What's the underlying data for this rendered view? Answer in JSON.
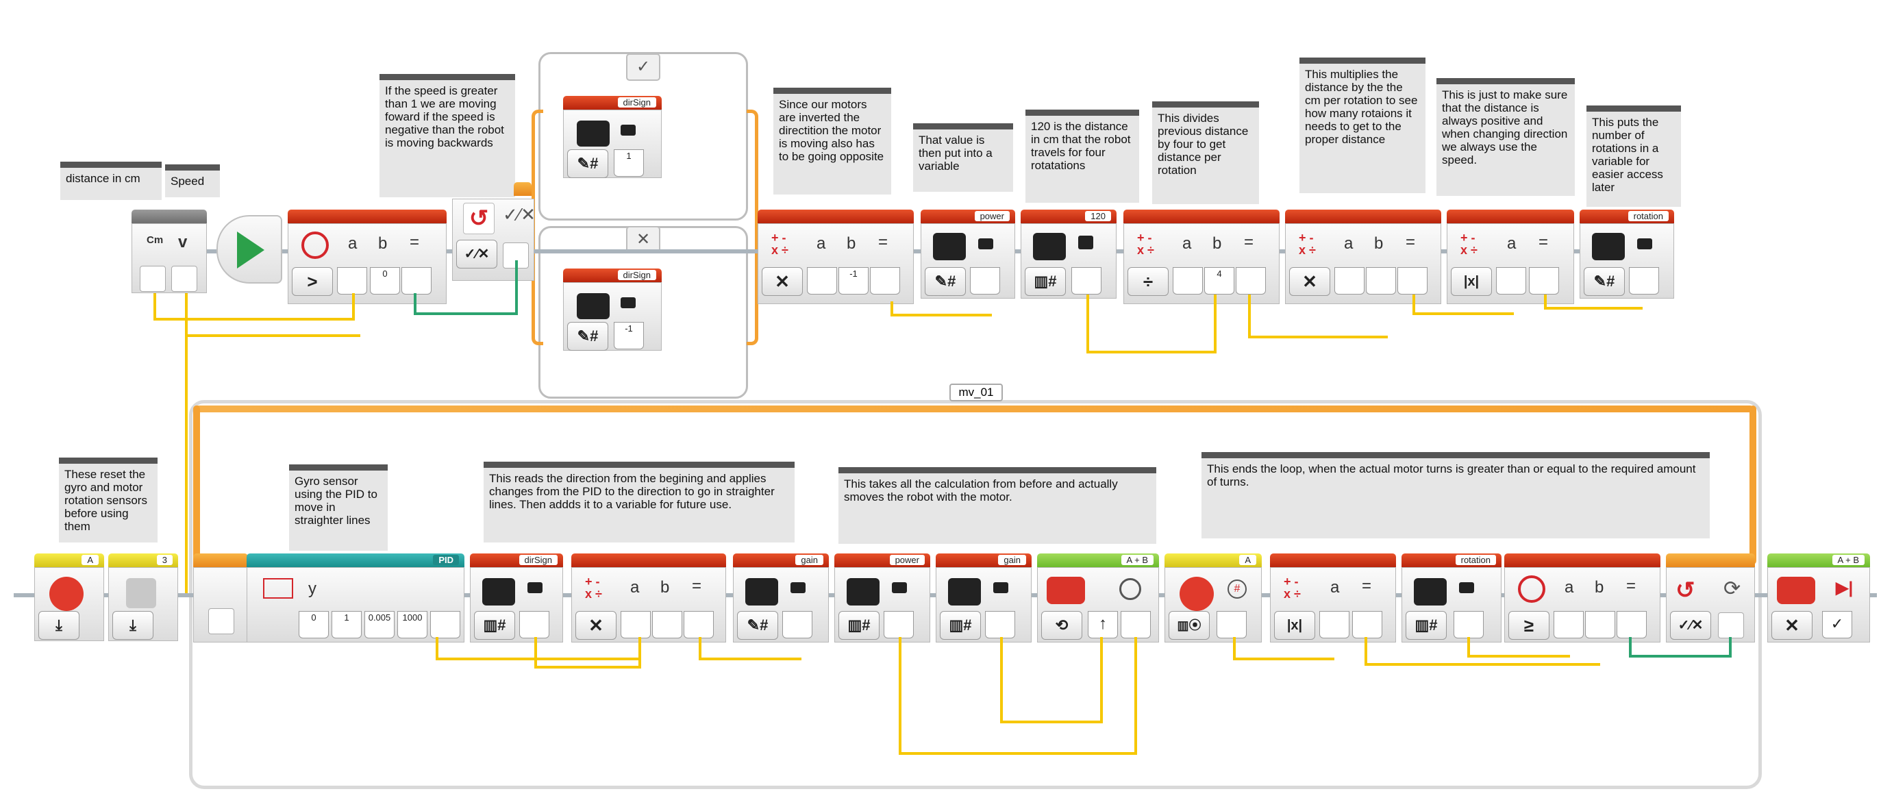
{
  "comments": {
    "distance": "distance in cm",
    "speed": "Speed",
    "speed_dir": "If the speed is greater than 1 we are moving foward if the speed is negative than the robot is moving backwards",
    "inverted": "Since our motors are inverted the directition the motor is moving also has to be going opposite",
    "variable": "That value is then put into a variable",
    "cm120": "120 is the distance in cm that the robot travels for four rotatations",
    "divides": "This divides previous distance by four to get distance per rotation",
    "multiplies": "This multiplies the distance by the the cm per rotation to see how many rotaions it needs to get to the proper distance",
    "positive": "This is just to make sure that the distance is always positive and when changing direction we always use the speed.",
    "rotations": "This puts the number of rotations in a variable for easier access later",
    "reset": "These reset the gyro and motor rotation sensors before using them",
    "gyro": "Gyro sensor using the PID to move in straighter lines",
    "reads": "This reads the direction from the begining and applies changes from the PID to the direction to go in straighter lines. Then addds it to a variable for future use.",
    "takes": "This takes all the calculation from before and actually smoves the robot with the motor.",
    "ends": "This ends the loop, when the actual motor turns is greater than or equal to the required amount of turns."
  },
  "blocks": {
    "params_cm": "Cm",
    "params_v": "v",
    "compare_a": "a",
    "compare_b": "b",
    "compare_eq": "=",
    "compare_mode": ">",
    "compare_bval": "0",
    "switch_true": "✓",
    "switch_false": "✕",
    "dirsign1_tag": "dirSign",
    "dirsign1_val": "1",
    "dirsign2_tag": "dirSign",
    "dirsign2_val": "-1",
    "math1_bval": "-1",
    "power_tag": "power",
    "const_tag": "120",
    "div_bval": "4",
    "rotation_tag": "rotation",
    "loop_name": "mv_01",
    "gyro_port": "A",
    "motor_port": "3",
    "pid_tag": "PID",
    "pid_y": "y",
    "pid_vals": [
      "0",
      "1",
      "0.005",
      "1000"
    ],
    "dirsign3_tag": "dirSign",
    "gain_tag": "gain",
    "power2_tag": "power",
    "gain2_tag": "gain",
    "steer_ports": "A + B",
    "rot_sensor_port": "A",
    "rotation2_tag": "rotation",
    "compare2_mode": "≥",
    "stop_ports": "A + B",
    "a": "a",
    "b": "b",
    "eq": "="
  },
  "colors": {
    "red": "#c8361b",
    "yellow": "#f6c700",
    "orange": "#f4a132",
    "green": "#7cc23e",
    "teal": "#22a09f"
  }
}
